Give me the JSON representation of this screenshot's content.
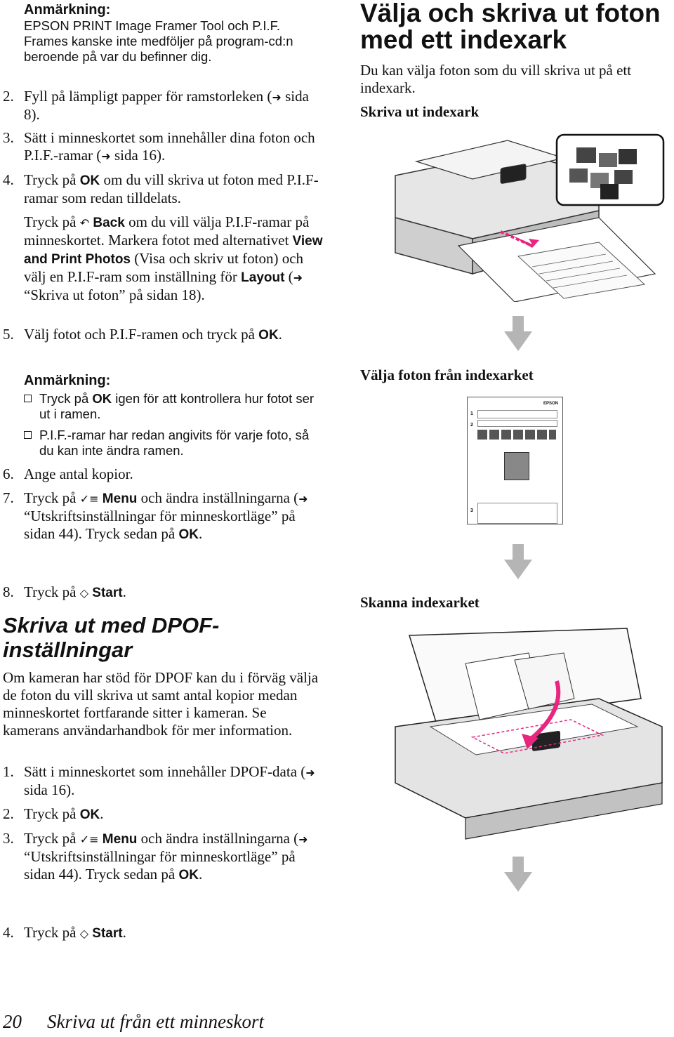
{
  "left": {
    "note1_title": "Anmärkning:",
    "note1_text": "EPSON PRINT Image Framer Tool och P.I.F. Frames kanske inte medföljer på program-cd:n beroende på var du befinner dig.",
    "step2_num": "2.",
    "step2_a": "Fyll på lämpligt papper för ramstorleken (",
    "step2_b": " sida 8).",
    "step3_num": "3.",
    "step3_a": "Sätt i minneskortet som innehåller dina foton och P.I.F.-ramar (",
    "step3_b": " sida 16).",
    "step4_num": "4.",
    "step4_a": "Tryck på ",
    "step4_ok": "OK",
    "step4_b": " om du vill skriva ut foton med P.I.F-ramar som redan tilldelats.",
    "step4p_a": "Tryck på ",
    "step4p_back": "Back",
    "step4p_b": " om du vill välja P.I.F-ramar på minneskortet. Markera fotot med alternativet ",
    "step4p_view": "View and Print Photos",
    "step4p_c": " (Visa och skriv ut foton) och välj en P.I.F-ram som inställning för ",
    "step4p_layout": "Layout",
    "step4p_d": " (",
    "step4p_e": " “Skriva ut foton” på sidan  18).",
    "step5_num": "5.",
    "step5_a": "Välj fotot och P.I.F-ramen och tryck på ",
    "step5_ok": "OK",
    "step5_b": ".",
    "note2_title": "Anmärkning:",
    "note2_b1_a": "Tryck på ",
    "note2_b1_ok": "OK",
    "note2_b1_b": " igen för att kontrollera hur fotot ser ut i ramen.",
    "note2_b2": "P.I.F.-ramar har redan angivits för varje foto, så du kan inte ändra ramen.",
    "step6_num": "6.",
    "step6": "Ange antal kopior.",
    "step7_num": "7.",
    "step7_a": "Tryck på ",
    "step7_menu": "Menu",
    "step7_b": " och ändra inställningarna (",
    "step7_c": " “Utskriftsinställningar för minneskortläge” på sidan  44). Tryck sedan på ",
    "step7_ok": "OK",
    "step7_d": ".",
    "step8_num": "8.",
    "step8_a": "Tryck på ",
    "step8_start": "Start",
    "step8_b": ".",
    "heading2": "Skriva ut med DPOF-inställningar",
    "dpof_intro": "Om kameran har stöd för DPOF kan du i förväg välja de foton du vill skriva ut samt antal kopior medan minneskortet fortfarande sitter i kameran. Se kamerans användarhandbok för mer information.",
    "d1_num": "1.",
    "d1_a": "Sätt i minneskortet som innehåller DPOF-data (",
    "d1_b": " sida 16).",
    "d2_num": "2.",
    "d2_a": "Tryck på ",
    "d2_ok": "OK",
    "d2_b": ".",
    "d3_num": "3.",
    "d3_a": "Tryck på ",
    "d3_menu": "Menu",
    "d3_b": " och ändra inställningarna (",
    "d3_c": " “Utskriftsinställningar för minneskortläge” på sidan  44). Tryck sedan på ",
    "d3_ok": "OK",
    "d3_d": ".",
    "d4_num": "4.",
    "d4_a": "Tryck på ",
    "d4_start": "Start",
    "d4_b": "."
  },
  "right": {
    "heading1": "Välja och skriva ut foton med ett indexark",
    "intro": "Du kan välja foton som du vill skriva ut på ett indexark.",
    "sub1": "Skriva ut indexark",
    "sub2": "Välja foton från indexarket",
    "sub3": "Skanna indexarket",
    "sheet_brand": "EPSON",
    "sheet_num1": "1",
    "sheet_num2": "2",
    "sheet_num3": "3"
  },
  "footer": {
    "page_number": "20",
    "section": "Skriva ut från ett minneskort"
  },
  "icons": {
    "ref_arrow": "right-arrow-icon",
    "back": "back-icon",
    "menu": "menu-icon",
    "start": "start-diamond-icon",
    "flow": "down-arrow-icon"
  },
  "colors": {
    "flow_arrow": "#b5b5b5",
    "magenta_arrow": "#e8257f"
  }
}
